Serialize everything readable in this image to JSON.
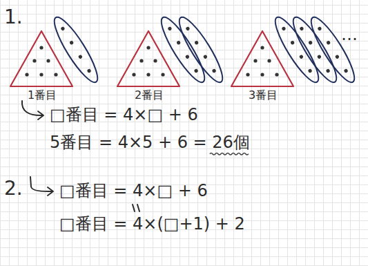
{
  "diagram": {
    "labels": [
      "1.",
      "1番目",
      "2番目",
      "3番目",
      "…",
      "□番目 = 4×□ + 6",
      "5番目 = 4×5 + 6 = 26個",
      "2.",
      "□番目 = 4×□ + 6",
      "□番目 = 4×(□+1) + 2"
    ]
  }
}
